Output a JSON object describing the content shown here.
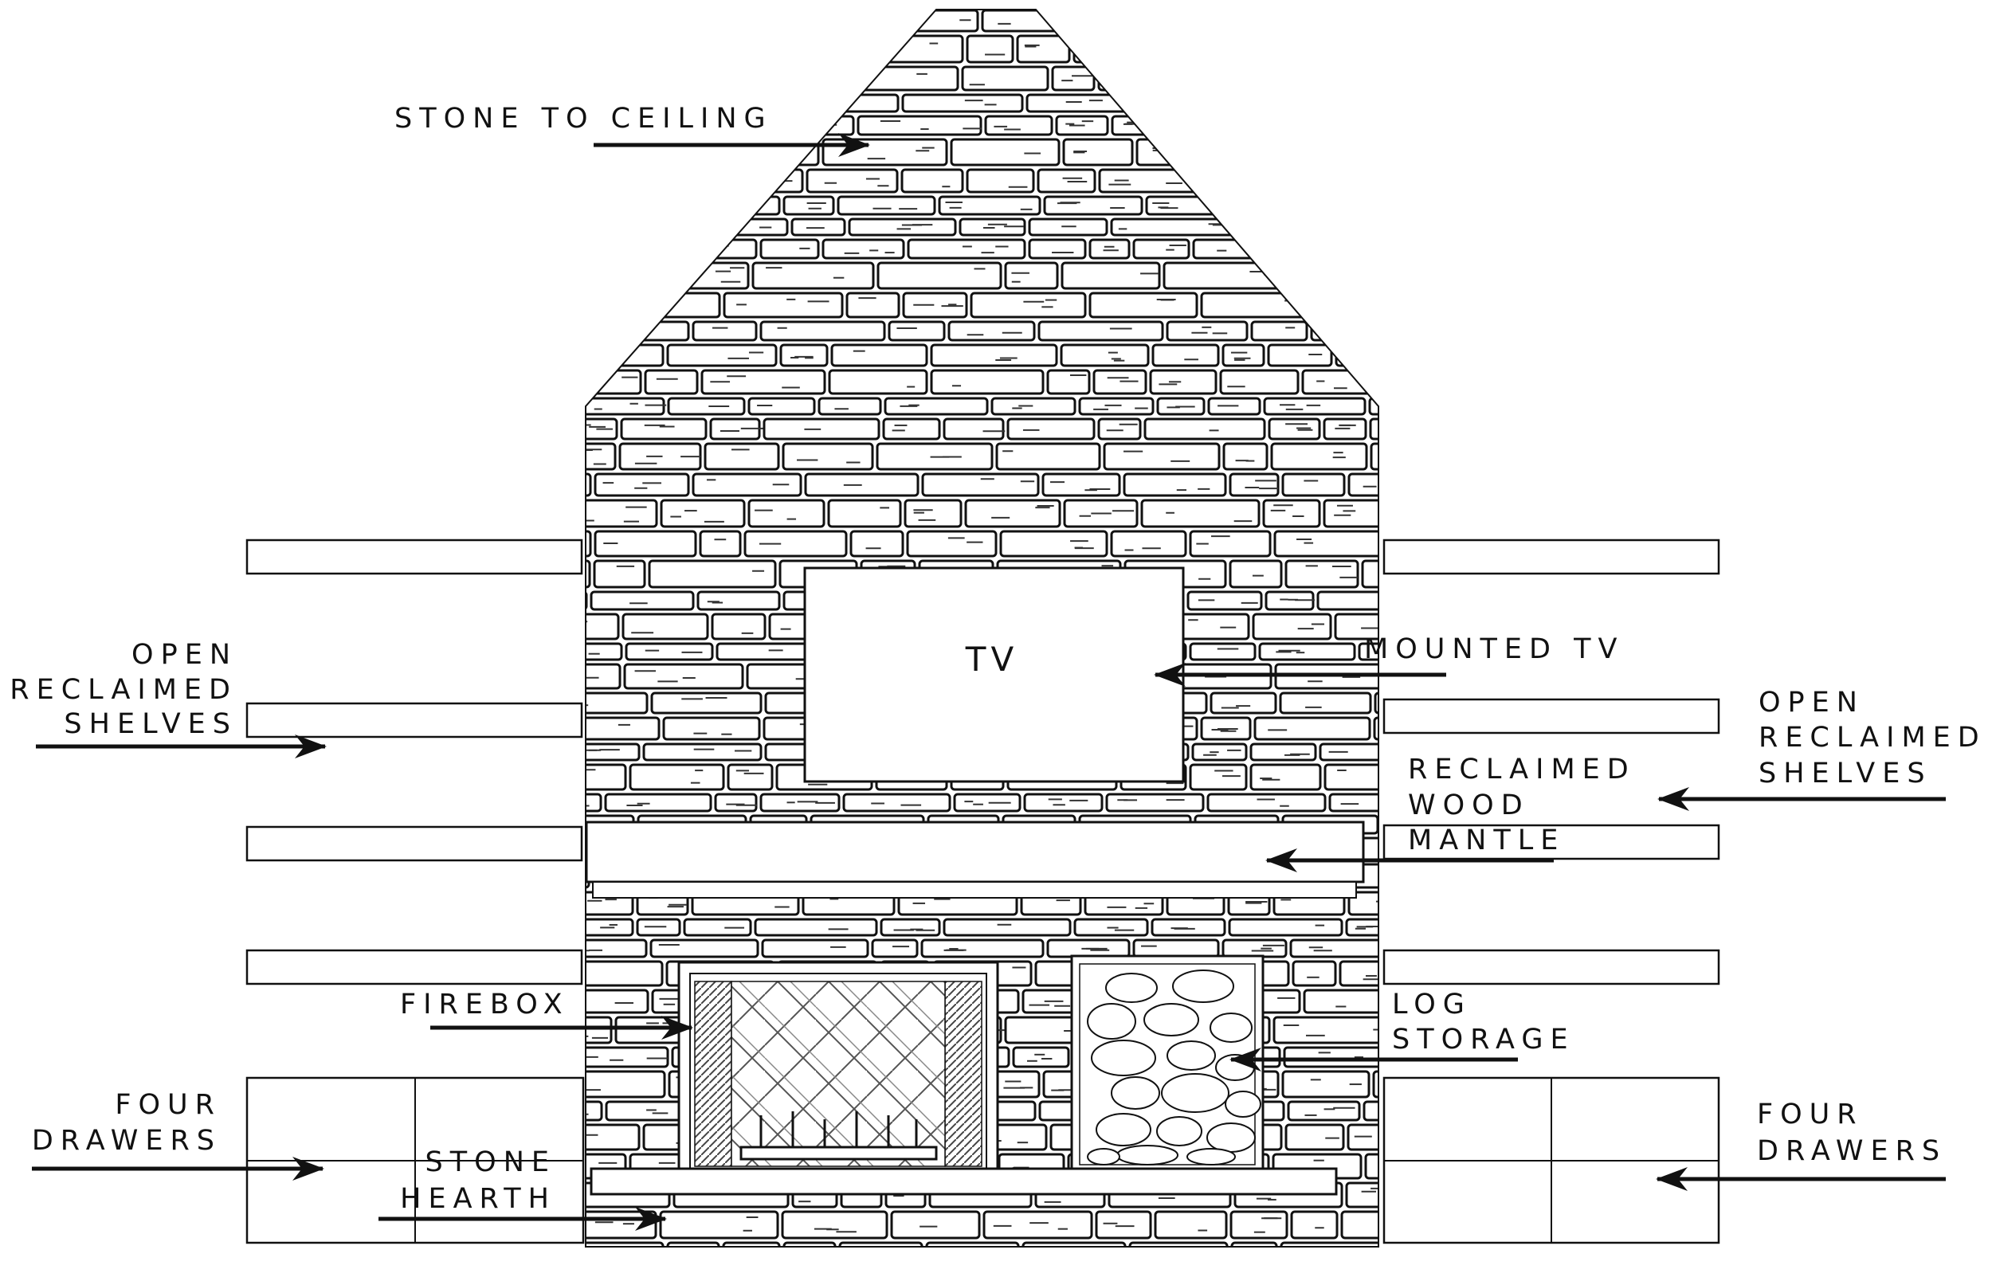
{
  "labels": {
    "stone_to_ceiling": "STONE TO CEILING",
    "tv": "TV",
    "mounted_tv": "MOUNTED TV",
    "open_reclaimed_shelves_left": [
      "OPEN",
      "RECLAIMED",
      "SHELVES"
    ],
    "open_reclaimed_shelves_right": [
      "OPEN",
      "RECLAIMED",
      "SHELVES"
    ],
    "reclaimed_wood_mantle": [
      "RECLAIMED",
      "WOOD",
      "MANTLE"
    ],
    "firebox": "FIREBOX",
    "log_storage": [
      "LOG",
      "STORAGE"
    ],
    "four_drawers_left": [
      "FOUR",
      "DRAWERS"
    ],
    "four_drawers_right": [
      "FOUR",
      "DRAWERS"
    ],
    "stone_hearth": [
      "STONE",
      "HEARTH"
    ]
  },
  "colors": {
    "ink": "#111111",
    "paper": "#ffffff"
  }
}
